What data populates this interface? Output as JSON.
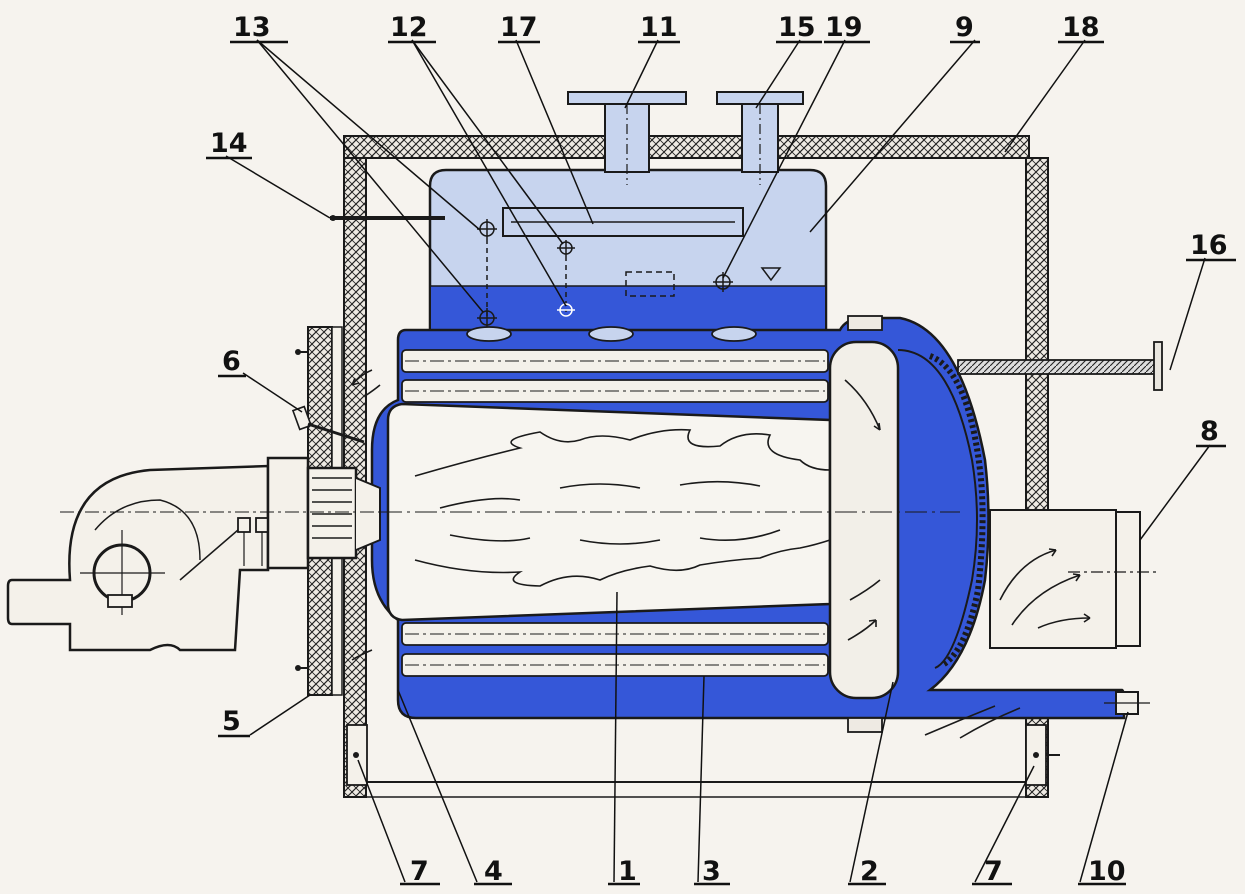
{
  "labels": {
    "n1": "1",
    "n2": "2",
    "n3": "3",
    "n4": "4",
    "n5": "5",
    "n6": "6",
    "n7a": "7",
    "n7b": "7",
    "n8": "8",
    "n9": "9",
    "n10": "10",
    "n11": "11",
    "n12": "12",
    "n13": "13",
    "n14": "14",
    "n15": "15",
    "n16": "16",
    "n17": "17",
    "n18": "18",
    "n19": "19"
  },
  "colors": {
    "water": "#3557d8",
    "steam": "#c7d4ee",
    "insulation": "#eeeae3",
    "line": "#1a1a1a",
    "background": "#f6f3ee"
  }
}
